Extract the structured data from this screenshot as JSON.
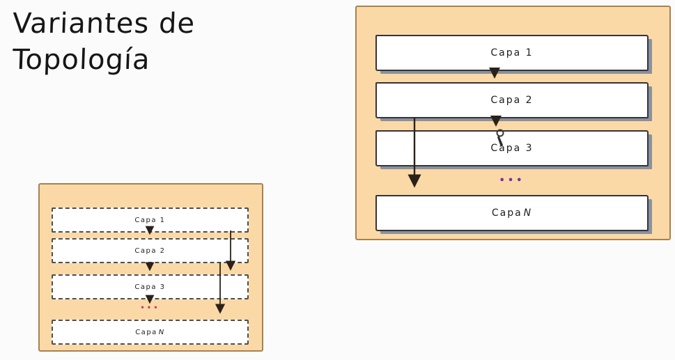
{
  "title": {
    "line1": "Variantes de",
    "line2": "Topología"
  },
  "diagram_right": {
    "name": "topología con conexiones de salto (expandida)",
    "layers": [
      "Capa 1",
      "Capa 2",
      "Capa 3"
    ],
    "last_layer_prefix": "Capa",
    "last_layer_n": "N",
    "ellipsis": "•••"
  },
  "diagram_left": {
    "name": "topología con conexiones de salto (compacta, cajas punteadas)",
    "layers": [
      "Capa 1",
      "Capa 2",
      "Capa 3"
    ],
    "last_layer_prefix": "Capa",
    "last_layer_n": "N",
    "ellipsis": "•••"
  },
  "cursor": {
    "type": "pen-laser-pointer",
    "over": "Capa 3"
  },
  "colors": {
    "panel_fill": "#fbd9a6",
    "panel_border": "#a8814f",
    "box_border": "#34343a",
    "box_shadow": "#8a919b",
    "ellipsis_right": "#7b2fa3",
    "ellipsis_left": "#c2417c",
    "arrow": "#2b2118",
    "text": "#1c1c1c"
  }
}
